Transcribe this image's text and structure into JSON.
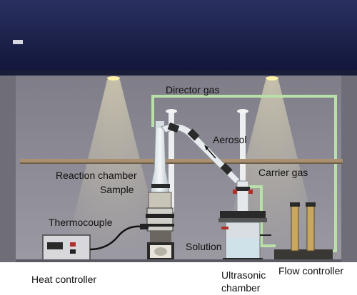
{
  "labels": {
    "director_gas": "Director gas",
    "aerosol": "Aerosol",
    "carrier_gas": "Carrier gas",
    "reaction_chamber": "Reaction chamber",
    "sample": "Sample",
    "thermocouple": "Thermocouple",
    "solution": "Solution",
    "heat_controller": "Heat controller",
    "ultrasonic_chamber_line1": "Ultrasonic",
    "ultrasonic_chamber_line2": "chamber",
    "flow_controller": "Flow controller"
  },
  "colors": {
    "hood_top": "#1c2248",
    "back_wall": "#8f8d97",
    "gas_line": "#b8e0a8",
    "shelf": "#a89070",
    "floor": "#5a5a62"
  }
}
